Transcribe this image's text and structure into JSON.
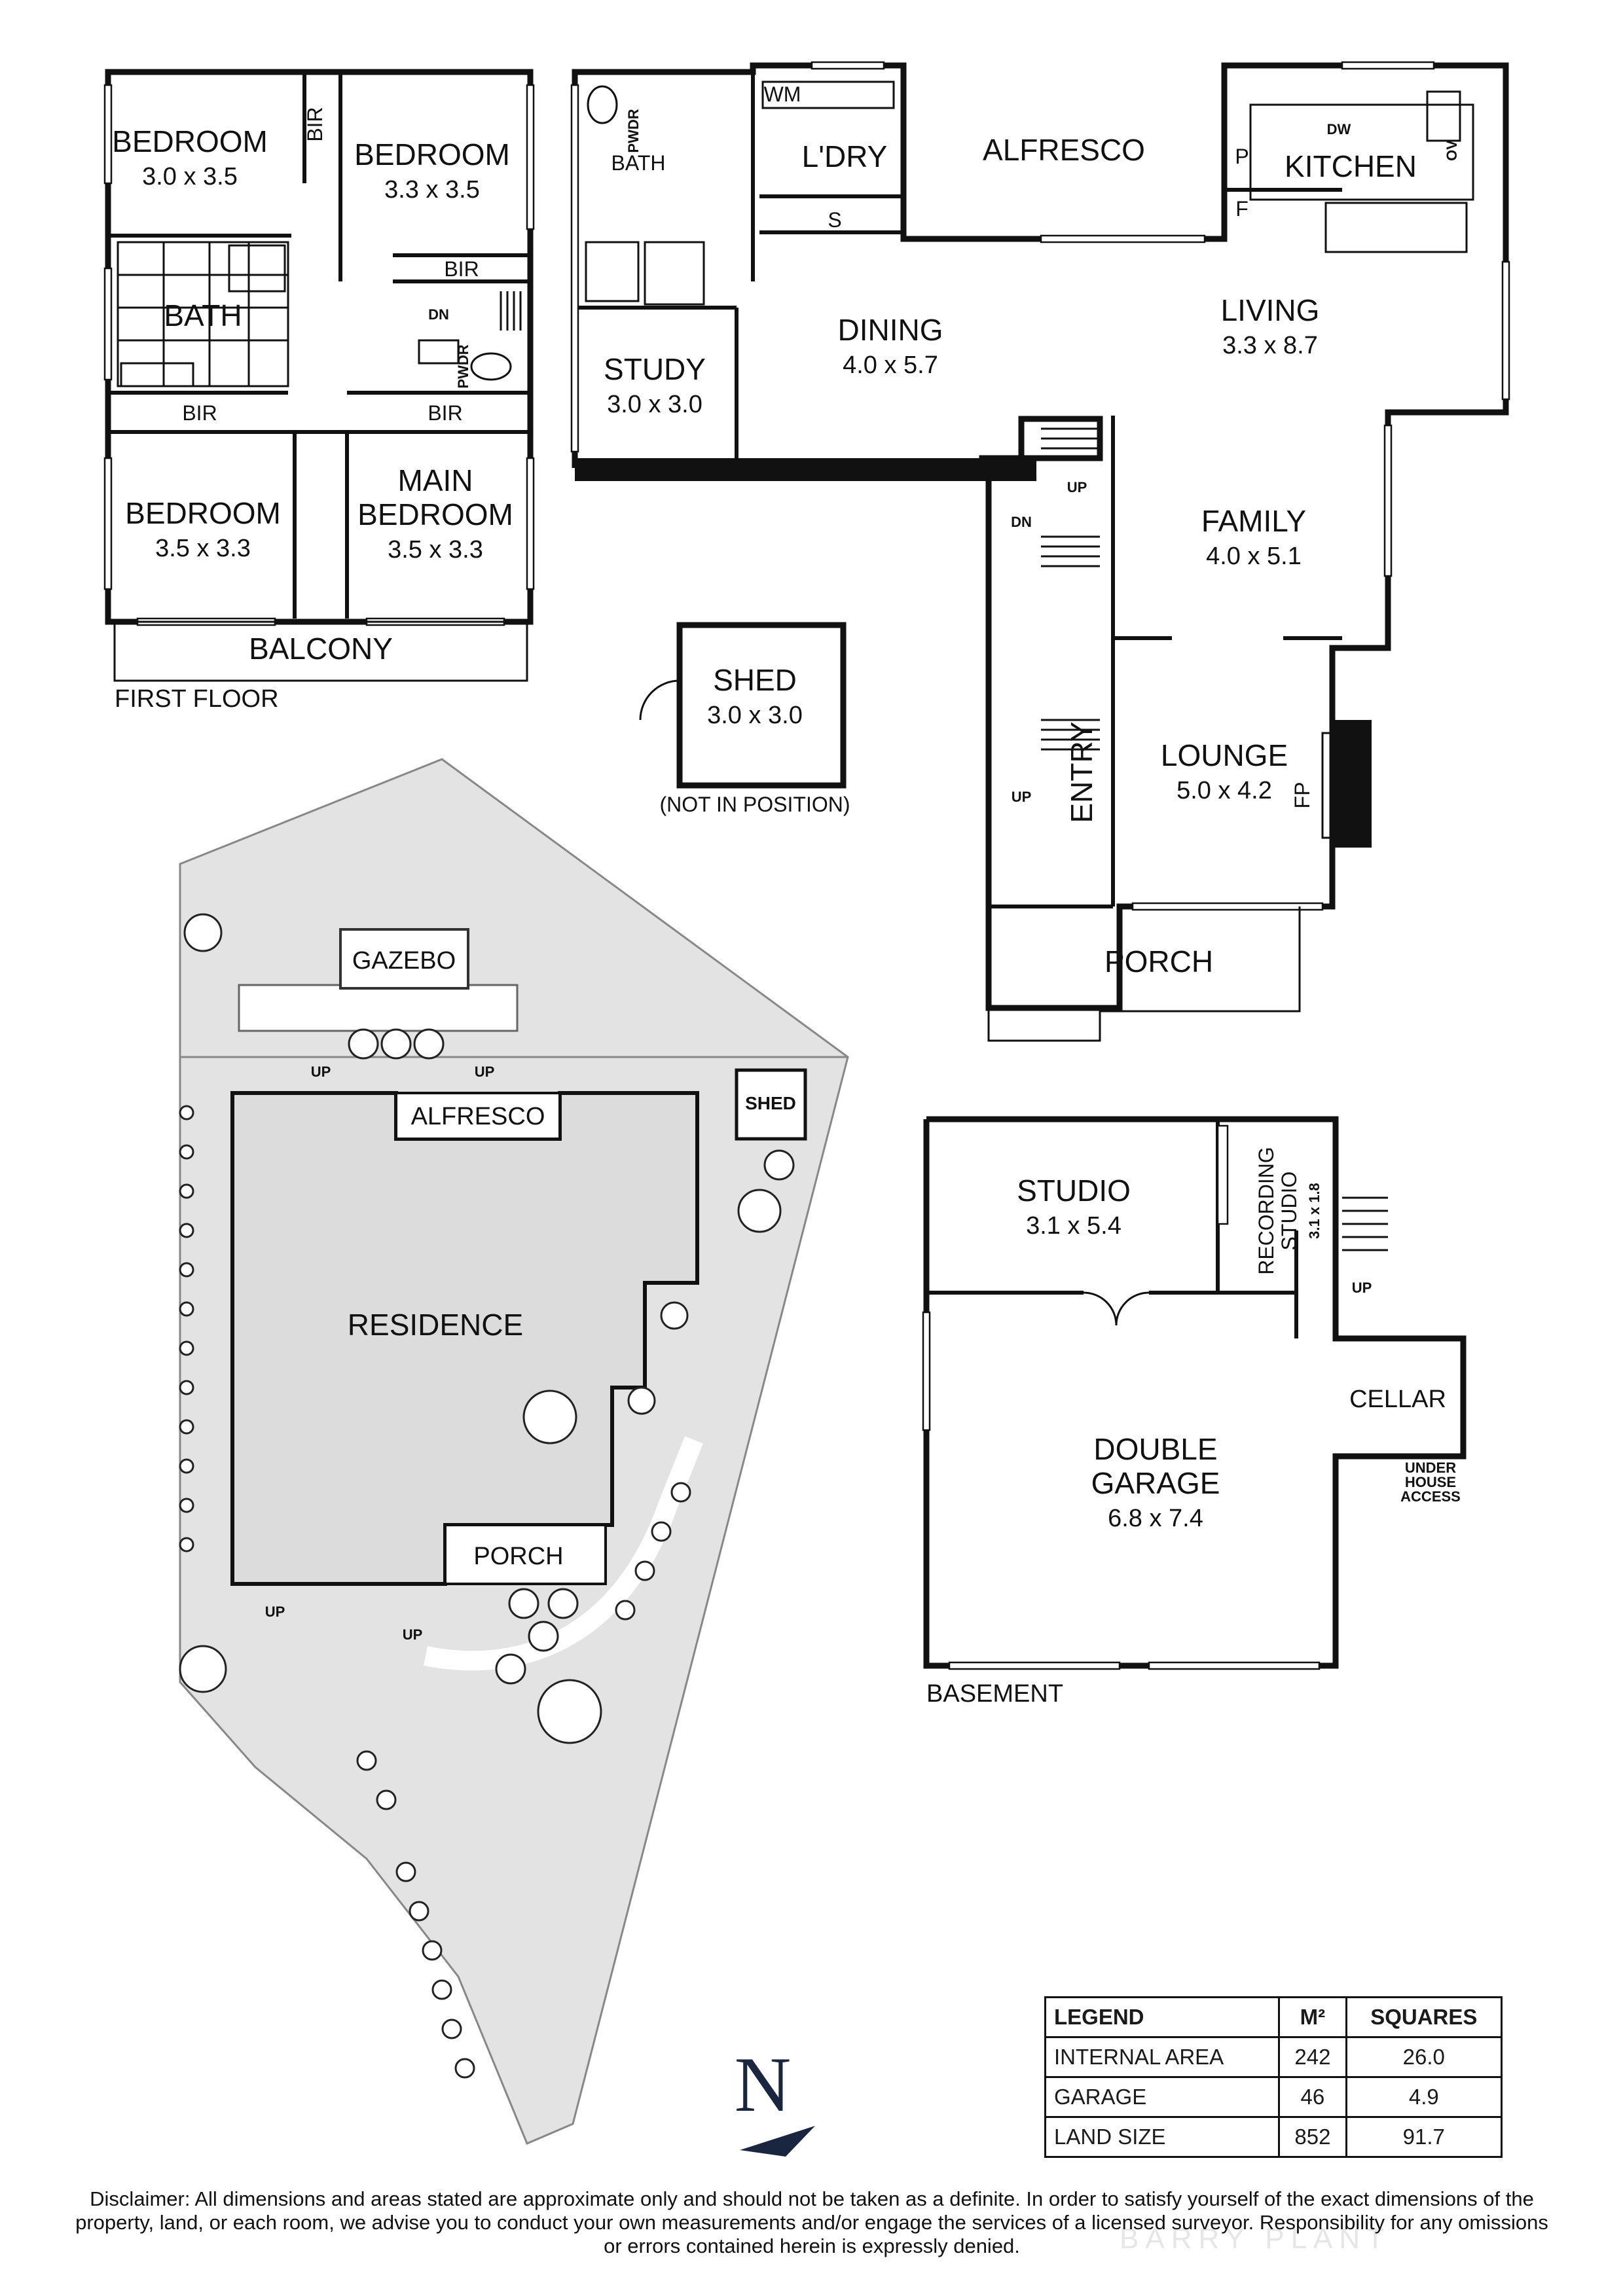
{
  "first_floor": {
    "caption": "FIRST FLOOR",
    "rooms": [
      {
        "name": "BEDROOM",
        "dims": "3.0 x 3.5"
      },
      {
        "name": "BEDROOM",
        "dims": "3.3 x 3.5"
      },
      {
        "name": "BATH"
      },
      {
        "name": "BEDROOM",
        "dims": "3.5 x 3.3"
      },
      {
        "name": "MAIN",
        "name2": "BEDROOM",
        "dims": "3.5 x 3.3"
      },
      {
        "name": "BALCONY"
      }
    ],
    "small_labels": [
      "BIR",
      "BIR",
      "BIR",
      "BIR",
      "DN",
      "PWDR"
    ]
  },
  "ground_floor": {
    "rooms": [
      {
        "name": "BATH"
      },
      {
        "name": "L'DRY"
      },
      {
        "name": "ALFRESCO"
      },
      {
        "name": "KITCHEN"
      },
      {
        "name": "STUDY",
        "dims": "3.0 x 3.0"
      },
      {
        "name": "DINING",
        "dims": "4.0 x 5.7"
      },
      {
        "name": "LIVING",
        "dims": "3.3 x 8.7"
      },
      {
        "name": "FAMILY",
        "dims": "4.0 x 5.1"
      },
      {
        "name": "LOUNGE",
        "dims": "5.0 x 4.2"
      },
      {
        "name": "ENTRY"
      },
      {
        "name": "PORCH"
      }
    ],
    "small_labels": [
      "PWDR",
      "WM",
      "S",
      "P",
      "F",
      "DW",
      "OV",
      "UP",
      "DN",
      "UP",
      "FP"
    ]
  },
  "shed": {
    "name": "SHED",
    "dims": "3.0 x 3.0",
    "note": "(NOT IN POSITION)"
  },
  "site": {
    "labels": [
      "GAZEBO",
      "UP",
      "UP",
      "ALFRESCO",
      "SHED",
      "RESIDENCE",
      "PORCH",
      "UP",
      "UP"
    ]
  },
  "basement": {
    "caption": "BASEMENT",
    "rooms": [
      {
        "name": "STUDIO",
        "dims": "3.1 x 5.4"
      },
      {
        "name": "RECORDING",
        "name2": "STUDIO",
        "dims": "3.1 x 1.8"
      },
      {
        "name": "DOUBLE",
        "name2": "GARAGE",
        "dims": "6.8 x 7.4"
      },
      {
        "name": "CELLAR"
      }
    ],
    "small_labels": [
      "UP"
    ],
    "note_lines": [
      "UNDER",
      "HOUSE",
      "ACCESS"
    ]
  },
  "compass": {
    "letter": "N",
    "icon": "north-arrow-icon"
  },
  "legend": {
    "headers": [
      "LEGEND",
      "M²",
      "SQUARES"
    ],
    "rows": [
      [
        "INTERNAL AREA",
        "242",
        "26.0"
      ],
      [
        "GARAGE",
        "46",
        "4.9"
      ],
      [
        "LAND SIZE",
        "852",
        "91.7"
      ]
    ]
  },
  "disclaimer": "Disclaimer: All dimensions and areas stated are approximate only and should not be taken as a definite. In order to satisfy yourself of the exact dimensions of the property, land, or each room, we advise you to conduct your own measurements and/or engage the services of a licensed surveyor. Responsibility for any omissions or errors contained herein is expressly denied.",
  "watermark": "BARRY PLANT"
}
